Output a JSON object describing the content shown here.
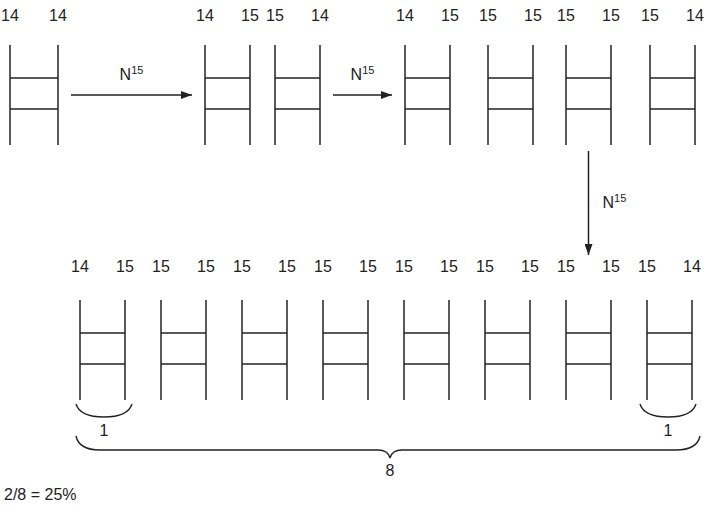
{
  "diagram": {
    "nodes": [
      {
        "text": [
          "14",
          "14"
        ]
      },
      {
        "text": [
          "14",
          "15"
        ]
      },
      {
        "text": [
          "15",
          "14"
        ]
      },
      {
        "text": [
          "14",
          "15"
        ]
      },
      {
        "text": [
          "15",
          "15"
        ]
      },
      {
        "text": [
          "15",
          "15"
        ]
      },
      {
        "text": [
          "15",
          "14"
        ]
      },
      {
        "text": [
          "14",
          "15"
        ]
      },
      {
        "text": [
          "15",
          "15"
        ]
      },
      {
        "text": [
          "15",
          "15"
        ]
      },
      {
        "text": [
          "15",
          "15"
        ]
      },
      {
        "text": [
          "15",
          "15"
        ]
      },
      {
        "text": [
          "15",
          "15"
        ]
      },
      {
        "text": [
          "15",
          "15"
        ]
      },
      {
        "text": [
          "15",
          "14"
        ]
      }
    ],
    "edges": [
      {
        "from": 0,
        "to": 1,
        "arrow": "to",
        "label": "N15"
      },
      {
        "from": 2,
        "to": 3,
        "arrow": "to",
        "label": "N15"
      },
      {
        "from": 5,
        "to": 13,
        "arrow": "to",
        "label": "N15"
      }
    ],
    "labels": [
      "1",
      "1",
      "8",
      "2/8 = 25%"
    ]
  }
}
